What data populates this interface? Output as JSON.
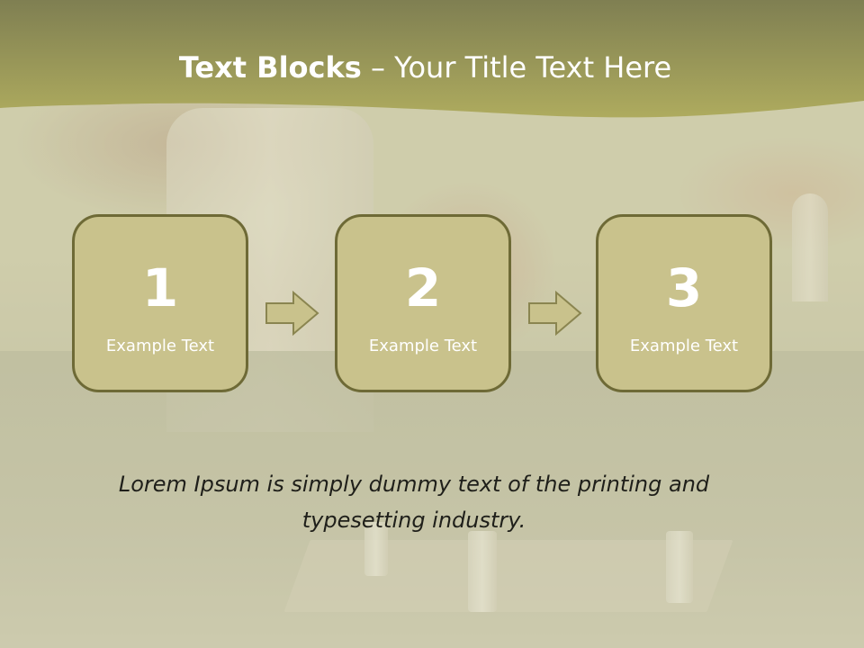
{
  "title": {
    "bold": "Text Blocks",
    "dash": " – ",
    "rest": "Your Title Text Here"
  },
  "blocks": [
    {
      "number": "1",
      "label": "Example Text"
    },
    {
      "number": "2",
      "label": "Example Text"
    },
    {
      "number": "3",
      "label": "Example Text"
    }
  ],
  "body_text": "Lorem Ipsum is simply dummy text of the printing and typesetting industry.",
  "colors": {
    "title_band": "#a7a55a",
    "block_fill": "#c9c28c",
    "block_border": "#6e6a36",
    "arrow_fill": "#c9c28c"
  }
}
